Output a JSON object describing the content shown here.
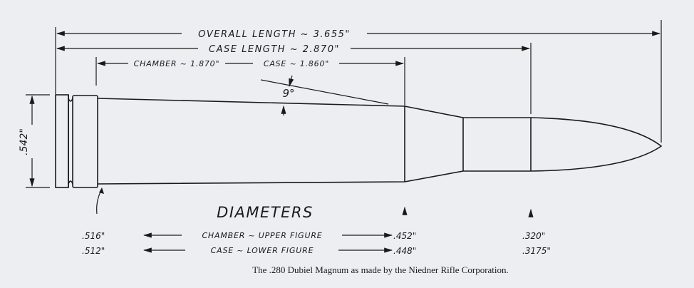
{
  "dimensions": {
    "overall_length": "OVERALL  LENGTH ~ 3.655\"",
    "case_length": "CASE  LENGTH ~ 2.870\"",
    "chamber": "CHAMBER ~ 1.870\"",
    "case": "CASE ~ 1.860\"",
    "angle": "9°",
    "head_height": ".542\""
  },
  "diameters": {
    "title": "DIAMETERS",
    "upper_label": "CHAMBER ~ UPPER FIGURE",
    "lower_label": "CASE ~ LOWER FIGURE",
    "base_upper": ".516\"",
    "base_lower": ".512\"",
    "shoulder_upper": ".452\"",
    "shoulder_lower": ".448\"",
    "neck_upper": ".320\"",
    "neck_lower": ".3175\""
  },
  "caption": "The .280 Dubiel Magnum as made by the Niedner Rifle Corporation."
}
